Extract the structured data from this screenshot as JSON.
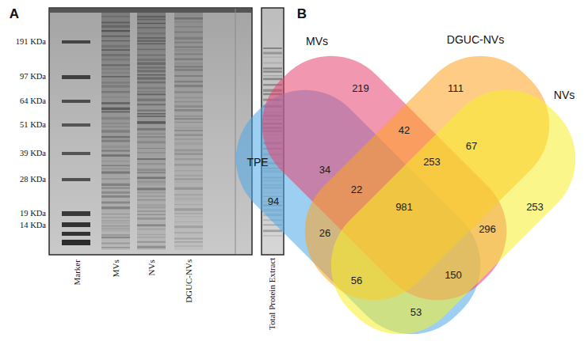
{
  "diagram": {
    "nodes": [
      {
        "text": [
          "TPE"
        ]
      },
      {
        "text": [
          "MVs"
        ]
      },
      {
        "text": [
          "DGUC-NVs"
        ]
      },
      {
        "text": [
          "NVs"
        ]
      }
    ],
    "labels": [
      "A",
      "191 KDa",
      "97 KDa",
      "64 KDa",
      "51 KDa",
      "39 KDa",
      "28 KDa",
      "19 KDa",
      "14 KDa",
      "Marker",
      "MVs",
      "NVs",
      "DGUC-NVs",
      "Total Protein Extract",
      "B",
      "94",
      "219",
      "111",
      "253",
      "34",
      "42",
      "67",
      "22",
      "253",
      "296",
      "981",
      "26",
      "150",
      "56",
      "53"
    ]
  }
}
